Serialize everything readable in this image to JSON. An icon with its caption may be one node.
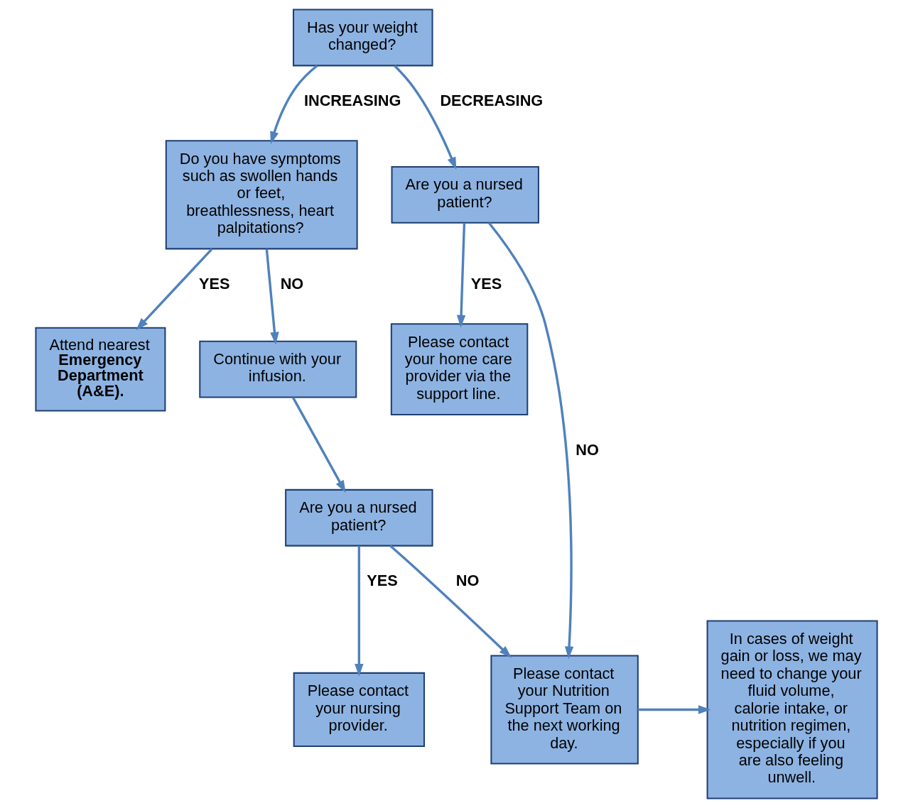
{
  "diagram": {
    "nodes": [
      {
        "text": [
          "Has your weight changed?"
        ]
      },
      {
        "text": [
          "Do you have symptoms such as swollen hands or feet, breathlessness, heart palpitations?"
        ]
      },
      {
        "text": [
          "Are you a nursed patient?"
        ]
      },
      {
        "text": [
          "Attend nearest **Emergency Department (A&E).**"
        ]
      },
      {
        "text": [
          "Continue with your infusion."
        ]
      },
      {
        "text": [
          "Please contact your home care provider via the support line."
        ]
      },
      {
        "text": [
          "Are you a nursed patient?"
        ]
      },
      {
        "text": [
          "Please contact your nursing provider."
        ]
      },
      {
        "text": [
          "Please contact your Nutrition Support Team on the next working day."
        ]
      },
      {
        "text": [
          "In cases of weight gain or loss, we may need to change your fluid volume, calorie intake, or nutrition regimen, especially if you are also feeling unwell."
        ]
      }
    ],
    "edges": [
      {
        "from": 0,
        "to": 1,
        "arrow": "to",
        "label": "INCREASING"
      },
      {
        "from": 0,
        "to": 2,
        "arrow": "to",
        "label": "DECREASING"
      },
      {
        "from": 1,
        "to": 3,
        "arrow": "to",
        "label": "YES"
      },
      {
        "from": 1,
        "to": 4,
        "arrow": "to",
        "label": "NO"
      },
      {
        "from": 2,
        "to": 5,
        "arrow": "to",
        "label": "YES"
      },
      {
        "from": 2,
        "to": 8,
        "arrow": "to",
        "label": "NO"
      },
      {
        "from": 4,
        "to": 6,
        "arrow": "to"
      },
      {
        "from": 6,
        "to": 7,
        "arrow": "to",
        "label": "YES"
      },
      {
        "from": 6,
        "to": 8,
        "arrow": "to",
        "label": "NO"
      },
      {
        "from": 8,
        "to": 9,
        "arrow": "to"
      }
    ]
  }
}
